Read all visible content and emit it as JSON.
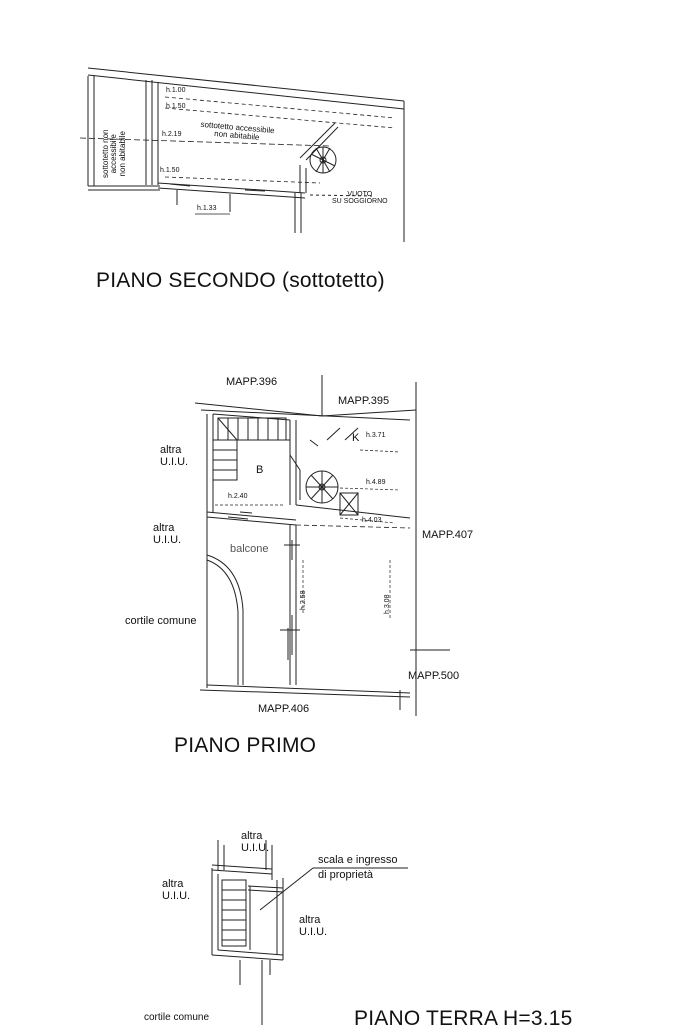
{
  "floors": {
    "secondo": {
      "title": "PIANO SECONDO (sottotetto)",
      "left_room": [
        "sottotetto non",
        "accessibile",
        "non abitabile"
      ],
      "main_room": [
        "sottotetto accessibile",
        "non abitabile"
      ],
      "heights": [
        "h.1.00",
        "h.1.50",
        "h.2.19",
        "h.1.50",
        "h.1.33"
      ],
      "void": [
        "VUOTO",
        "SU SOGGIORNO"
      ]
    },
    "primo": {
      "title": "PIANO PRIMO",
      "mapp_396": "MAPP.396",
      "mapp_395": "MAPP.395",
      "mapp_407": "MAPP.407",
      "mapp_500": "MAPP.500",
      "mapp_406": "MAPP.406",
      "altra_1": [
        "altra",
        "U.I.U."
      ],
      "altra_2": [
        "altra",
        "U.I.U."
      ],
      "room_b": "B",
      "room_k": "K",
      "balcone": "balcone",
      "cortile": "cortile comune",
      "heights": [
        "h.3.71",
        "h.4.89",
        "h.2.40",
        "h.4.03",
        "h.2.58",
        "h.3.08"
      ]
    },
    "terra": {
      "title": "PIANO TERRA H=3.15",
      "altra_top": [
        "altra",
        "U.I.U."
      ],
      "altra_left": [
        "altra",
        "U.I.U."
      ],
      "altra_right": [
        "altra",
        "U.I.U."
      ],
      "scala": [
        "scala e ingresso",
        "di proprietà"
      ],
      "cortile": "cortile comune"
    }
  }
}
